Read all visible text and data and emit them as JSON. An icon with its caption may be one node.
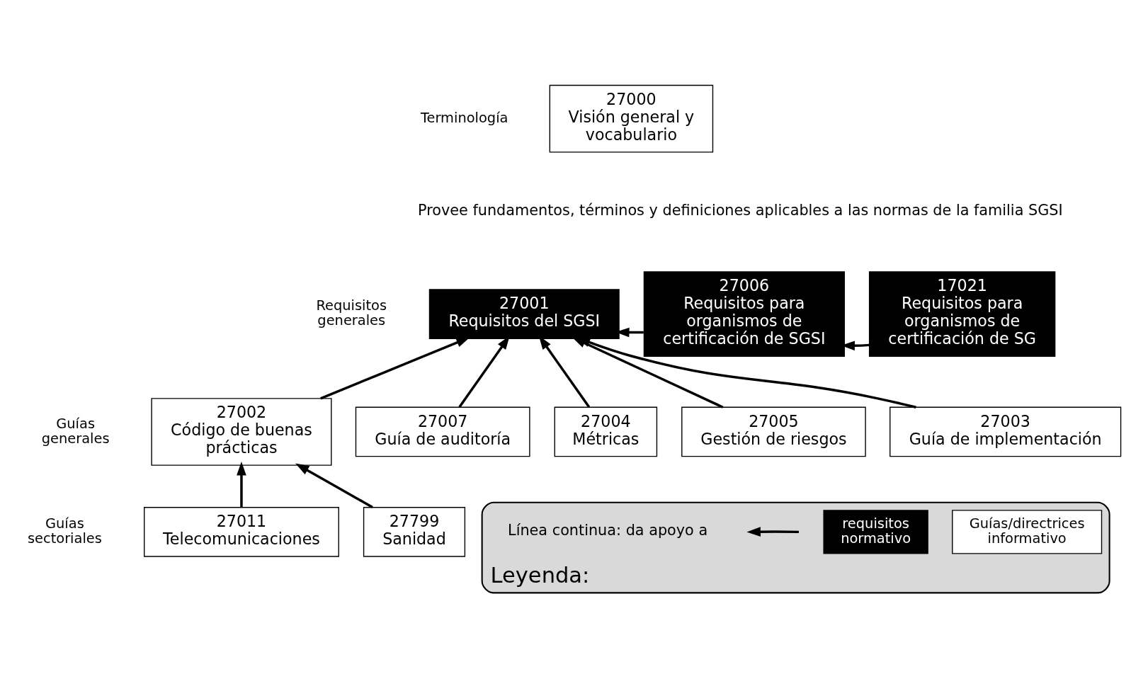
{
  "diagram": {
    "nodes": [
      {
        "text": [
          "27000",
          "Visión general y vocabulario"
        ]
      },
      {
        "text": [
          "27001",
          "Requisitos del SGSI"
        ]
      },
      {
        "text": [
          "27006",
          "Requisitos para organismos de certificación de SGSI"
        ]
      },
      {
        "text": [
          "17021",
          "Requisitos para organismos de certificación de SG"
        ]
      },
      {
        "text": [
          "27002",
          "Código de buenas prácticas"
        ]
      },
      {
        "text": [
          "27007",
          "Guía de auditoría"
        ]
      },
      {
        "text": [
          "27004",
          "Métricas"
        ]
      },
      {
        "text": [
          "27005",
          "Gestión de riesgos"
        ]
      },
      {
        "text": [
          "27003",
          "Guía de implementación"
        ]
      },
      {
        "text": [
          "27011",
          "Telecomunicaciones"
        ]
      },
      {
        "text": [
          "27799",
          "Sanidad"
        ]
      },
      {
        "text": [
          "Leyenda:"
        ]
      }
    ],
    "edges": [
      {
        "from": 2,
        "to": 1,
        "arrow": "to"
      },
      {
        "from": 3,
        "to": 2,
        "arrow": "to"
      },
      {
        "from": 4,
        "to": 1,
        "arrow": "to"
      },
      {
        "from": 8,
        "to": 1,
        "arrow": "to"
      },
      {
        "from": 7,
        "to": 1,
        "arrow": "to"
      },
      {
        "from": 6,
        "to": 1,
        "arrow": "to"
      },
      {
        "from": 5,
        "to": 1,
        "arrow": "to"
      },
      {
        "from": 10,
        "to": 4,
        "arrow": "to"
      },
      {
        "from": 9,
        "to": 4,
        "arrow": "to"
      }
    ],
    "labels": [
      "Terminología",
      "Provee fundamentos, términos y definiciones aplicables a las normas de la familia SGSI",
      "Requisitos generales",
      "Guías generales",
      "Guías sectoriales"
    ],
    "legend": [
      {
        "text": "Línea continua: da apoyo a"
      },
      {
        "text": "requisitos normativo",
        "color": "#000000"
      },
      {
        "text": "Guías/directrices informativo",
        "color": "#ffffff"
      }
    ]
  }
}
